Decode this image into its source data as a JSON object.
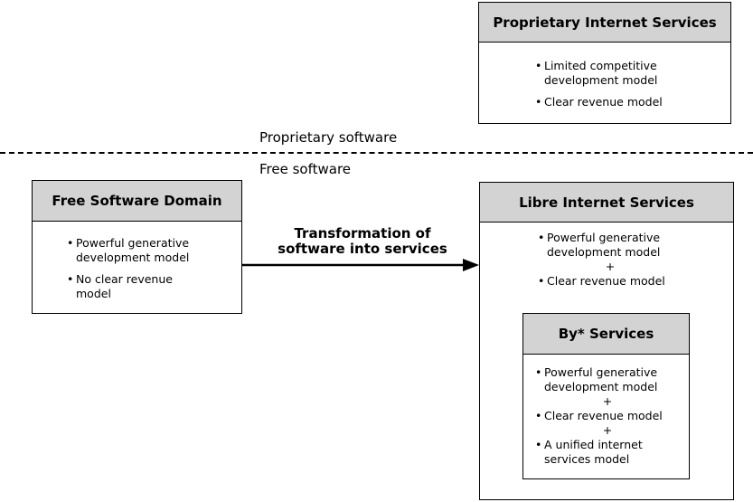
{
  "proprietary_box": {
    "title": "Proprietary Internet Services",
    "items": [
      "Limited competitive development model",
      "Clear revenue model"
    ]
  },
  "regions": {
    "proprietary_label": "Proprietary software",
    "free_label": "Free software"
  },
  "free_box": {
    "title": "Free Software Domain",
    "items": [
      "Powerful generative development model",
      "No clear revenue model"
    ]
  },
  "arrow": {
    "label_line1": "Transformation of",
    "label_line2": "software into services"
  },
  "libre_box": {
    "title": "Libre Internet Services",
    "items": [
      "Powerful generative development model",
      "Clear revenue model"
    ],
    "connector": "+"
  },
  "by_box": {
    "title": "By* Services",
    "items": [
      "Powerful generative development model",
      "Clear revenue model",
      "A unified internet services model"
    ],
    "connector": "+"
  }
}
